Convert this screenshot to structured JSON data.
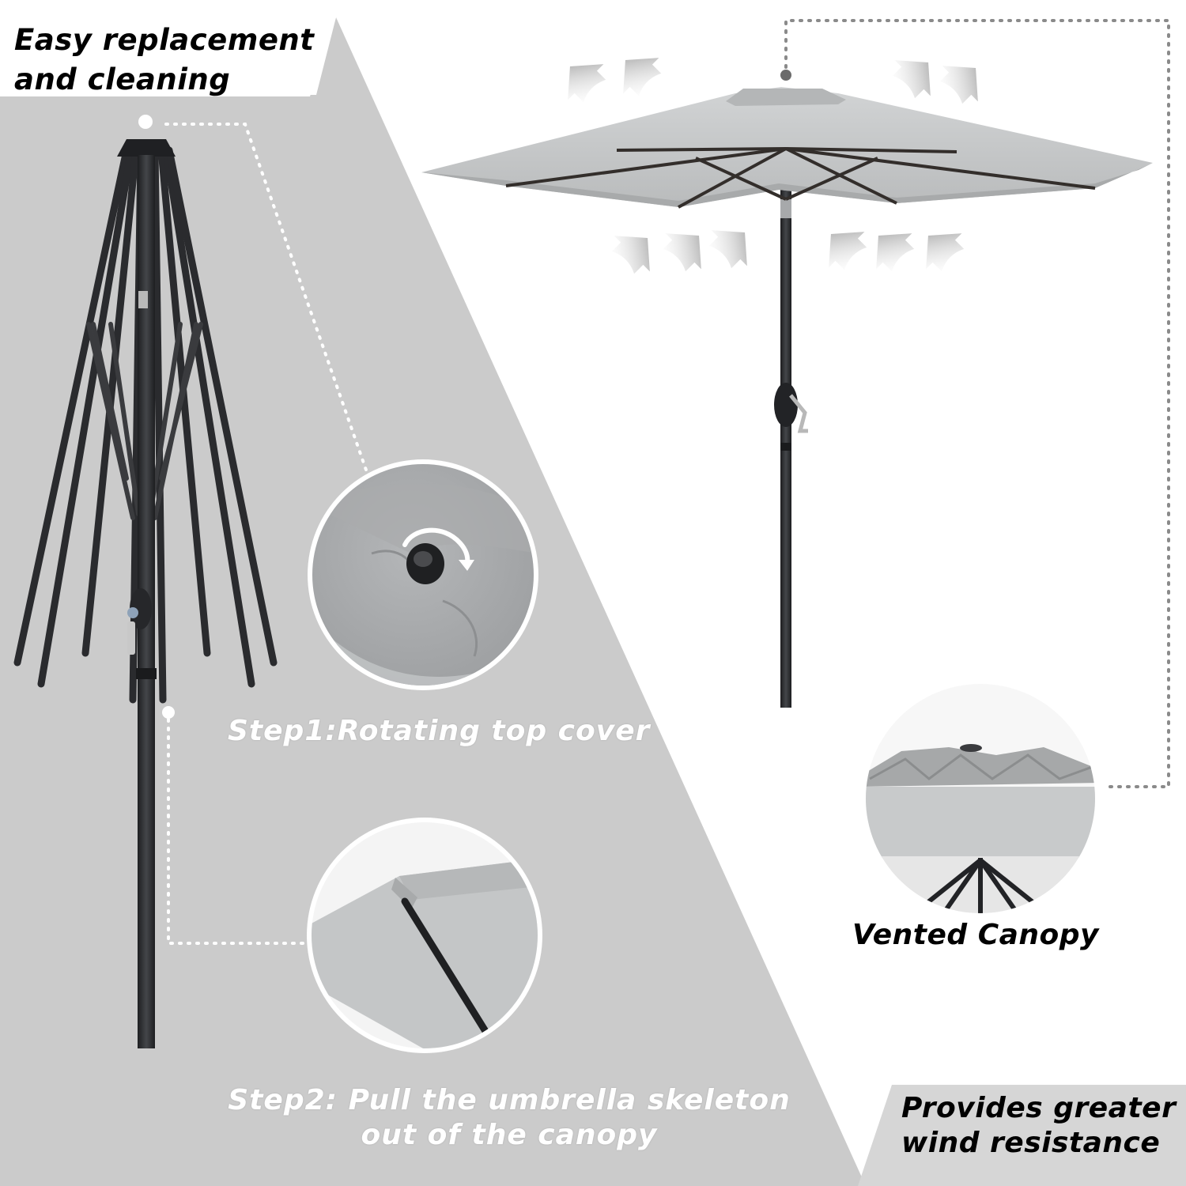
{
  "colors": {
    "panel_gray": "#cbcbcb",
    "canopy_gray": "#c5c7c8",
    "frame_dark": "#2d2e31",
    "dotted_line": "#bdbdbd"
  },
  "headline": {
    "line1": "Easy replacement",
    "line2": "and cleaning"
  },
  "steps": {
    "step1": "Step1:Rotating top cover",
    "step2_line1": "Step2: Pull the umbrella skeleton",
    "step2_line2": "out of the canopy"
  },
  "vented": {
    "label": "Vented Canopy"
  },
  "wind": {
    "line1": "Provides greater",
    "line2": "wind resistance"
  },
  "icons": [
    "wind-arrow-icon",
    "rotate-arrow-icon",
    "led-light-icon"
  ]
}
